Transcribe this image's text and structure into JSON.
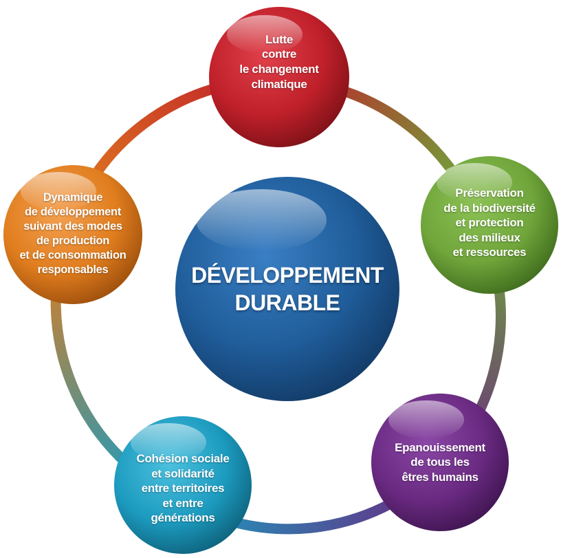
{
  "center": {
    "lines": [
      "DÉVELOPPEMENT",
      "DURABLE"
    ],
    "color": "#1f5c99"
  },
  "nodes": [
    {
      "id": "climat",
      "lines": [
        "Lutte",
        "contre",
        "le changement",
        "climatique"
      ],
      "color": "#c0202a"
    },
    {
      "id": "biodiversite",
      "lines": [
        "Préservation",
        "de la biodiversité",
        "et protection",
        "des milieux",
        "et ressources"
      ],
      "color": "#6fa53a"
    },
    {
      "id": "epanouissement",
      "lines": [
        "Epanouissement",
        "de tous les",
        "êtres humains"
      ],
      "color": "#6a2a82"
    },
    {
      "id": "cohesion",
      "lines": [
        "Cohésion sociale",
        "et solidarité",
        "entre territoires",
        "et entre",
        "générations"
      ],
      "color": "#1c9bbf"
    },
    {
      "id": "production",
      "lines": [
        "Dynamique",
        "de développement",
        "suivant des modes",
        "de production",
        "et de consommation",
        "responsables"
      ],
      "color": "#e07d1e"
    }
  ]
}
